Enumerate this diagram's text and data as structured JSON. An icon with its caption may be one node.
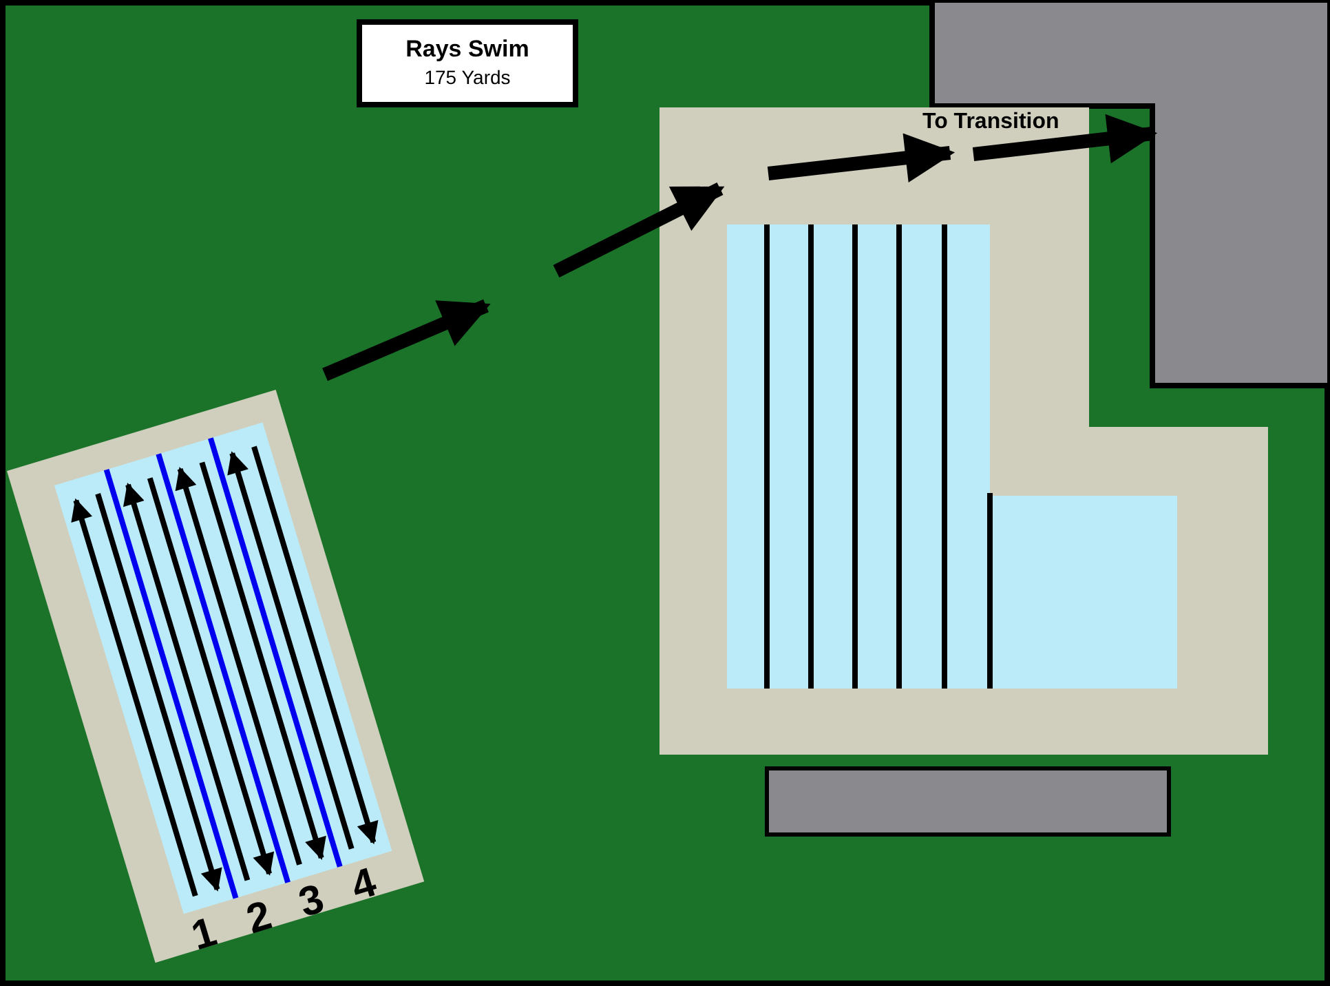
{
  "diagram": {
    "nodes": [
      {
        "text": [
          "Rays Swim",
          "175 Yards"
        ]
      }
    ],
    "labels": [
      "To Transition",
      "1",
      "2",
      "3",
      "4"
    ]
  }
}
